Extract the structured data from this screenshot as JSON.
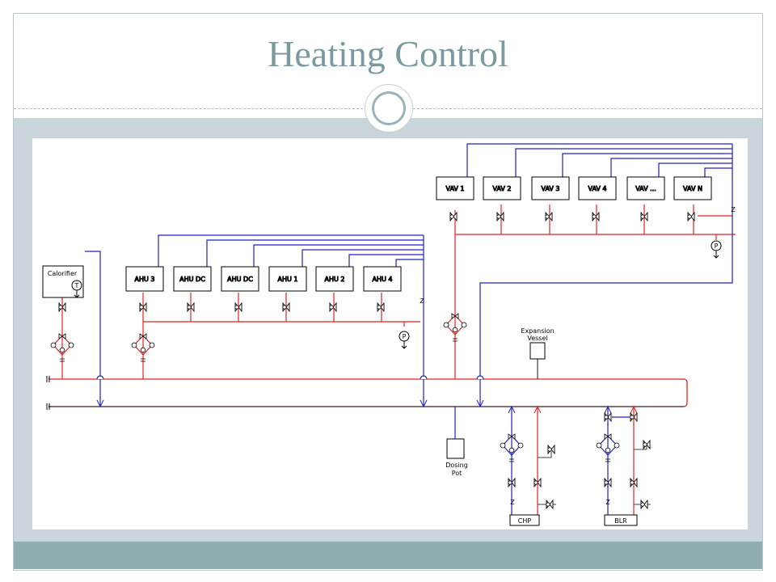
{
  "slide": {
    "title": "Heating Control"
  },
  "diagram": {
    "vav_units": [
      "VAV 1",
      "VAV 2",
      "VAV 3",
      "VAV 4",
      "VAV ...",
      "VAV N"
    ],
    "ahu_units": [
      "AHU 3",
      "AHU DC",
      "AHU DC",
      "AHU 1",
      "AHU 2",
      "AHU 4"
    ],
    "calorifier": "Calorifier",
    "temp_sensor": "T",
    "pressure_sensor": "P",
    "expansion_vessel": [
      "Expansion",
      "Vessel"
    ],
    "dosing_pot": [
      "Dosing",
      "Pot"
    ],
    "chp": "CHP",
    "boiler": "BLR",
    "z_mark": "Z"
  },
  "colors": {
    "flow": "#e82020",
    "return": "#2020c8",
    "title": "#7a9aa0",
    "band": "#c9d5da",
    "footer": "#8faeb0"
  }
}
